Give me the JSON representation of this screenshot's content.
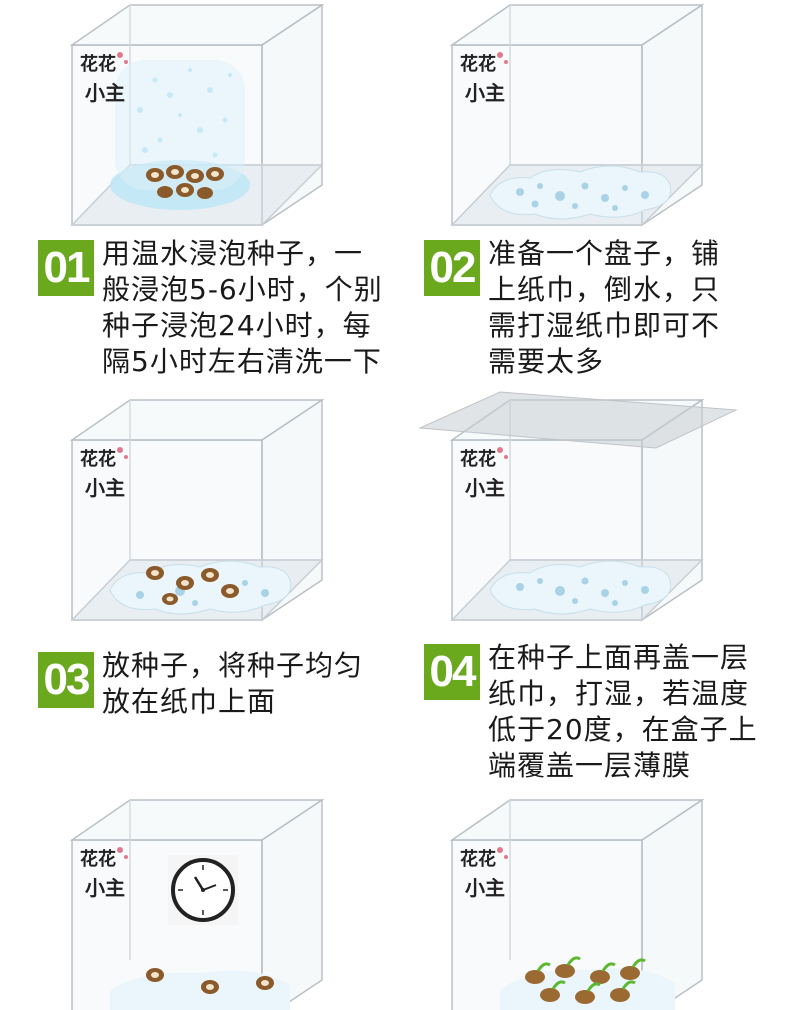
{
  "steps": [
    {
      "number": "01",
      "text": "用温水浸泡种子，一\n般浸泡5-6小时，个别\n种子浸泡24小时，每\n隔5小时左右清洗一下"
    },
    {
      "number": "02",
      "text": "准备一个盘子，铺\n上纸巾，倒水，只\n需打湿纸巾即可不\n需要太多"
    },
    {
      "number": "03",
      "text": "放种子，将种子均匀\n放在纸巾上面"
    },
    {
      "number": "04",
      "text": "在种子上面再盖一层\n纸巾，打湿，若温度\n低于20度，在盒子上\n端覆盖一层薄膜"
    }
  ],
  "logo_text": "花花小主",
  "colors": {
    "badge": "#6aa81e",
    "text": "#1a1a1a",
    "bubbles": "#9fd6ef",
    "seed": "#8b5a2b",
    "sprout": "#5cb82e"
  }
}
